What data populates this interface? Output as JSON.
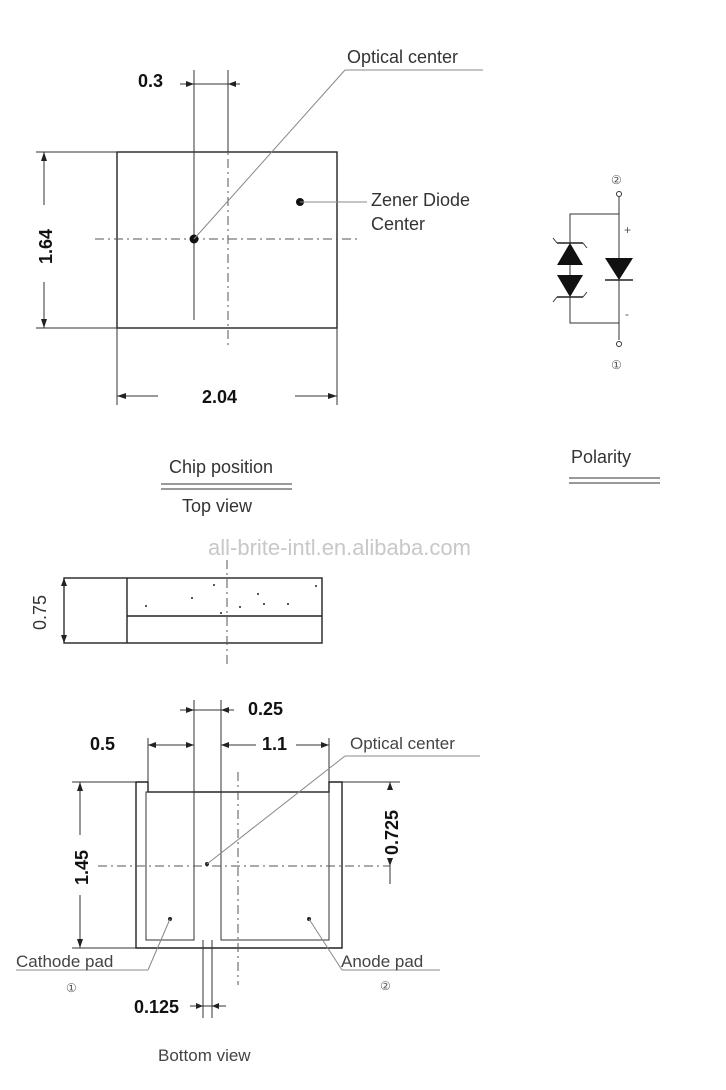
{
  "top_view": {
    "dim_width": "2.04",
    "dim_height": "1.64",
    "dim_offset": "0.3",
    "optical_center_label": "Optical center",
    "zener_label_line1": "Zener Diode",
    "zener_label_line2": "Center",
    "chip_position_label": "Chip position",
    "caption": "Top view"
  },
  "polarity": {
    "label": "Polarity",
    "pin_top": "②",
    "pin_bottom": "①",
    "plus": "+",
    "minus": "-"
  },
  "watermark": "all-brite-intl.en.alibaba.com",
  "side_view": {
    "dim_height": "0.75"
  },
  "bottom_view": {
    "dim_gap": "0.25",
    "dim_left": "0.5",
    "dim_right": "1.1",
    "dim_height": "1.45",
    "dim_half": "0.725",
    "dim_slot": "0.125",
    "optical_center_label": "Optical center",
    "cathode_label": "Cathode pad",
    "cathode_num": "①",
    "anode_label": "Anode pad",
    "anode_num": "②",
    "caption": "Bottom view"
  }
}
